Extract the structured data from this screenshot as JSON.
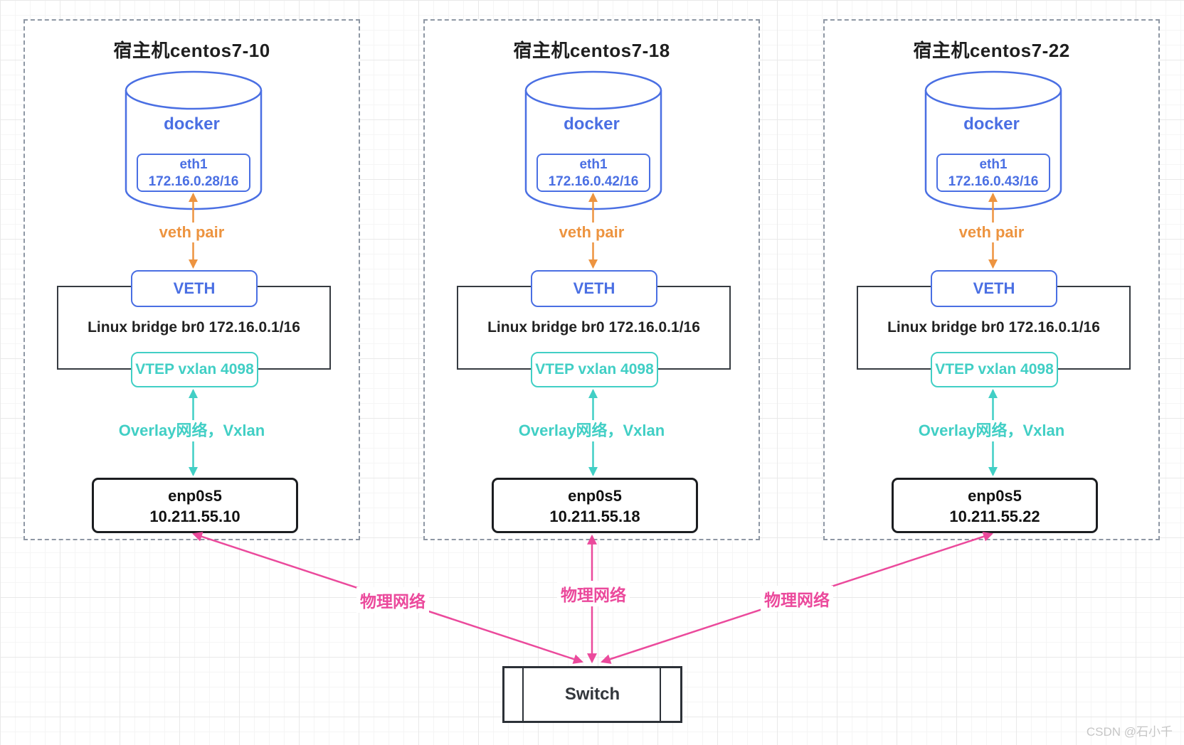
{
  "colors": {
    "blue": "#4a6fe3",
    "teal": "#41cfc5",
    "orange": "#ed9440",
    "pink": "#eb4a9c",
    "dashed_border": "#8e97a4",
    "dark_border": "#2c3137"
  },
  "hosts": [
    {
      "title": "宿主机centos7-10",
      "docker_label": "docker",
      "eth_name": "eth1",
      "eth_ip": "172.16.0.28/16",
      "veth_pair_label": "veth pair",
      "veth_label": "VETH",
      "bridge_label": "Linux bridge br0 172.16.0.1/16",
      "vtep_label": "VTEP vxlan 4098",
      "overlay_label": "Overlay网络，Vxlan",
      "nic_name": "enp0s5",
      "nic_ip": "10.211.55.10"
    },
    {
      "title": "宿主机centos7-18",
      "docker_label": "docker",
      "eth_name": "eth1",
      "eth_ip": "172.16.0.42/16",
      "veth_pair_label": "veth pair",
      "veth_label": "VETH",
      "bridge_label": "Linux bridge br0 172.16.0.1/16",
      "vtep_label": "VTEP vxlan 4098",
      "overlay_label": "Overlay网络，Vxlan",
      "nic_name": "enp0s5",
      "nic_ip": "10.211.55.18"
    },
    {
      "title": "宿主机centos7-22",
      "docker_label": "docker",
      "eth_name": "eth1",
      "eth_ip": "172.16.0.43/16",
      "veth_pair_label": "veth pair",
      "veth_label": "VETH",
      "bridge_label": "Linux bridge br0 172.16.0.1/16",
      "vtep_label": "VTEP vxlan 4098",
      "overlay_label": "Overlay网络，Vxlan",
      "nic_name": "enp0s5",
      "nic_ip": "10.211.55.22"
    }
  ],
  "physical_links": [
    {
      "label": "物理网络"
    },
    {
      "label": "物理网络"
    },
    {
      "label": "物理网络"
    }
  ],
  "switch_label": "Switch",
  "watermark": "CSDN @石小千"
}
